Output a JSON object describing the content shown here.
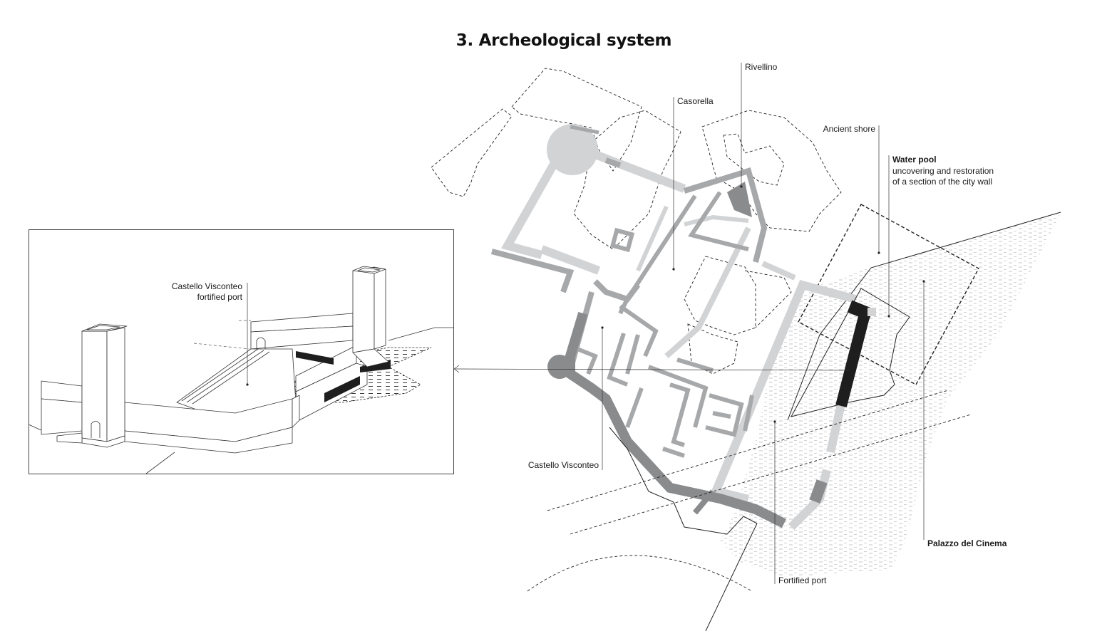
{
  "title": "3. Archeological system",
  "labels": {
    "rivellino": "Rivellino",
    "casorella": "Casorella",
    "ancient_shore": "Ancient shore",
    "water_pool_title": "Water pool",
    "water_pool_line1": "uncovering and restoration",
    "water_pool_line2": "of a section of the city wall",
    "castello_visconteo": "Castello Visconteo",
    "fortified_port": "Fortified port",
    "palazzo_del_cinema": "Palazzo del Cinema",
    "inset_label_line1": "Castello Visconteo",
    "inset_label_line2": "fortified port"
  },
  "colors": {
    "wall_light": "#d2d3d5",
    "wall_medium": "#a7a8aa",
    "wall_dark": "#8a8b8d",
    "water_pool": "#1e1e1e",
    "water_hatch": "#b8b9bb"
  }
}
